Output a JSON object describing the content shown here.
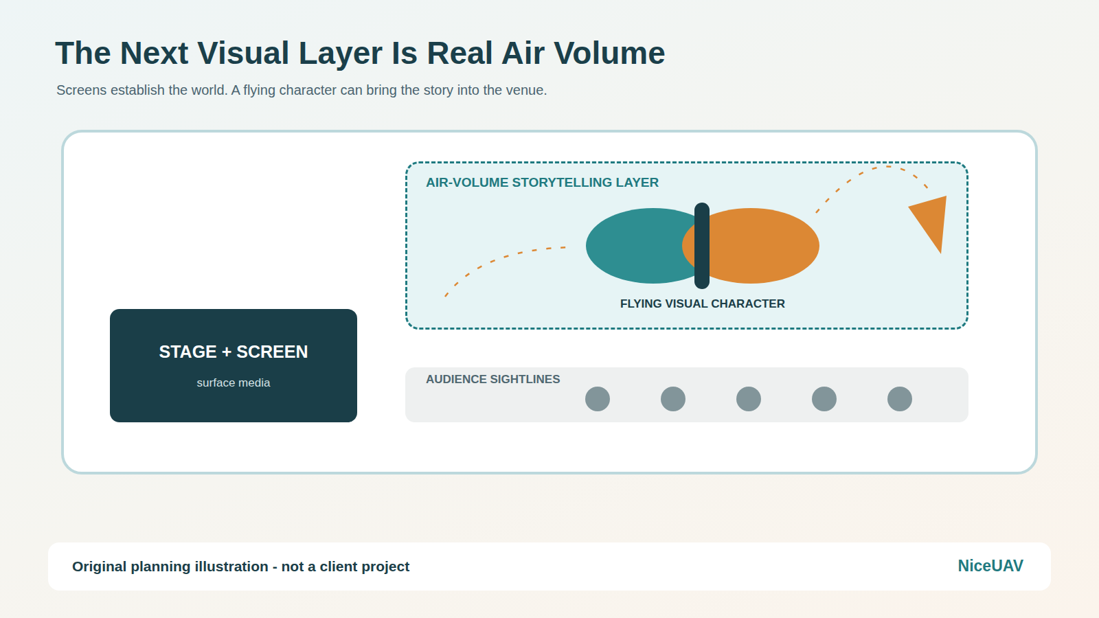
{
  "diagram": {
    "title": "The Next Visual Layer Is Real Air Volume",
    "caption": "Screens establish the world. A flying character can bring the story into the venue.",
    "nodes": [
      {
        "text": [
          "STAGE + SCREEN",
          "surface media"
        ]
      },
      {
        "text": [
          "AIR-VOLUME STORYTELLING LAYER"
        ]
      },
      {
        "text": [
          "FLYING VISUAL CHARACTER"
        ],
        "in": 1
      },
      {
        "text": [
          "AUDIENCE SIGHTLINES"
        ]
      },
      {
        "text": [
          "Original planning illustration - not a client project",
          "NiceUAV"
        ]
      }
    ]
  }
}
